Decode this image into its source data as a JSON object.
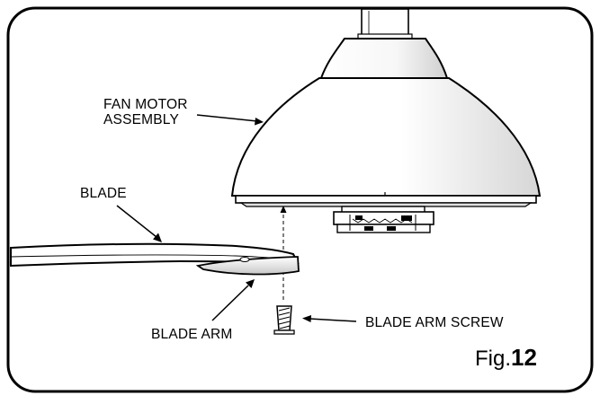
{
  "labels": {
    "motor_line1": "FAN MOTOR",
    "motor_line2": "ASSEMBLY",
    "blade": "BLADE",
    "blade_arm": "BLADE ARM",
    "blade_arm_screw": "BLADE ARM SCREW"
  },
  "figure": {
    "prefix": "Fig.",
    "number": "12"
  },
  "colors": {
    "stroke": "#000000",
    "fill": "#ffffff",
    "shade": "#d9d9d9"
  }
}
